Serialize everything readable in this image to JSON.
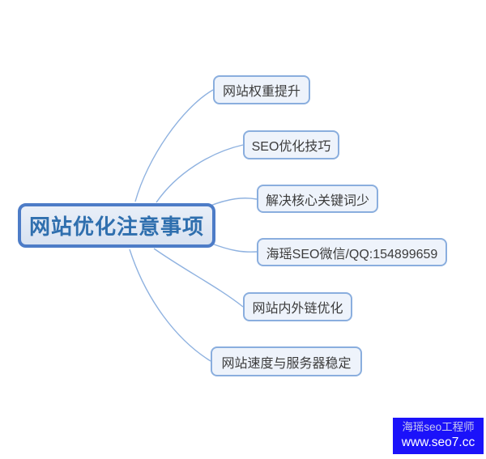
{
  "diagram": {
    "type": "mindmap",
    "root": {
      "label": "网站优化注意事项"
    },
    "branches": [
      {
        "label": "网站权重提升"
      },
      {
        "label": "SEO优化技巧"
      },
      {
        "label": "解决核心关键词少"
      },
      {
        "label": "海瑶SEO微信/QQ:154899659"
      },
      {
        "label": "网站内外链优化"
      },
      {
        "label": "网站速度与服务器稳定"
      }
    ]
  },
  "watermark": {
    "line1": "海瑶seo工程师",
    "line2": "www.seo7.cc"
  },
  "colors": {
    "root_border": "#4d7cc7",
    "root_fill": "#dde6f3",
    "root_text": "#2f6fae",
    "branch_border": "#8aaede",
    "branch_fill": "#eef3fb",
    "branch_text": "#3c3c3c",
    "connector": "#8fb2e0",
    "watermark_bg": "#1b12fa",
    "watermark_text": "#ffffff"
  }
}
